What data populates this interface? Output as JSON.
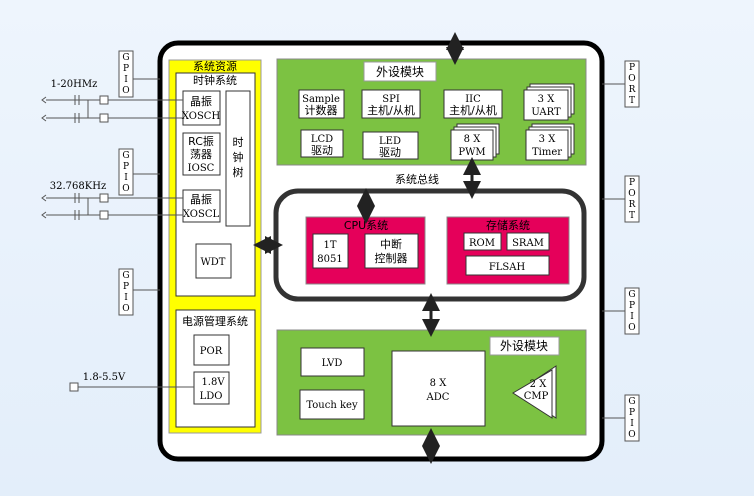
{
  "colors": {
    "background": "#e6f0fb",
    "chip_outline": "#000000",
    "system_panel": "#ffff00",
    "module_green": "#7cc242",
    "cpu_pink": "#e5005a",
    "arrow": "#222222"
  },
  "sys_resources": {
    "title": "系统资源",
    "clock_title": "时钟系统",
    "xosch": [
      "晶振",
      "XOSCH"
    ],
    "iosc": [
      "RC振",
      "荡器",
      "IOSC"
    ],
    "xoscl": [
      "晶振",
      "XOSCL"
    ],
    "clock_tree": [
      "时",
      "钟",
      "树"
    ],
    "wdt": "WDT",
    "power_title": "电源管理系统",
    "por": "POR",
    "ldo": [
      "1.8V",
      "LDO"
    ]
  },
  "peripheral_top": {
    "title": "外设模块",
    "sample": [
      "Sample",
      "计数器"
    ],
    "spi": [
      "SPI",
      "主机/从机"
    ],
    "iic": [
      "IIC",
      "主机/从机"
    ],
    "uart": [
      "3 X",
      "UART"
    ],
    "lcd": [
      "LCD",
      "驱动"
    ],
    "led": [
      "LED",
      "驱动"
    ],
    "pwm": [
      "8 X",
      "PWM"
    ],
    "timer": [
      "3 X",
      "Timer"
    ]
  },
  "bus_label": "系统总线",
  "cpu": {
    "title": "CPU系统",
    "core": [
      "1T",
      "8051"
    ],
    "interrupt": [
      "中断",
      "控制器"
    ]
  },
  "memory": {
    "title": "存储系统",
    "rom": "ROM",
    "sram": "SRAM",
    "flash": "FLSAH"
  },
  "peripheral_bottom": {
    "title": "外设模块",
    "lvd": "LVD",
    "touch": "Touch key",
    "adc": [
      "8 X",
      "ADC"
    ],
    "cmp": [
      "2 X",
      "CMP"
    ]
  },
  "pins": {
    "gpio": "GPIO",
    "port": "PORT",
    "freq_high": "1-20HMz",
    "freq_low": "32.768KHz",
    "voltage": "1.8-5.5V"
  }
}
